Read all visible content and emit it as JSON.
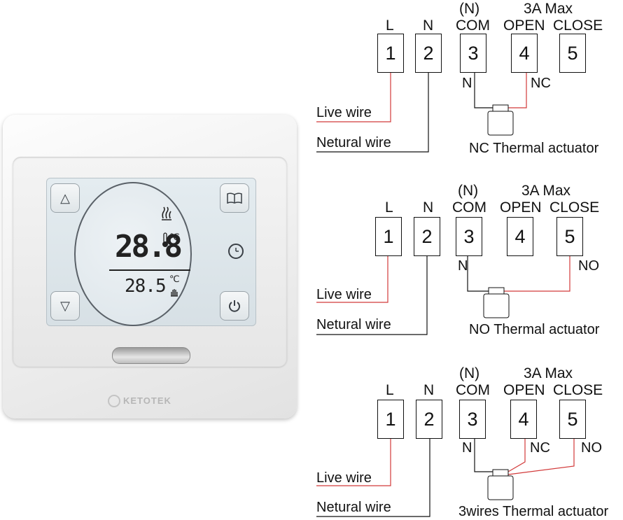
{
  "thermostat": {
    "brand": "KETOTEK",
    "display": {
      "current_temp": "28.8",
      "current_unit": "℃",
      "set_temp": "28.5",
      "set_unit": "℃"
    },
    "buttons": {
      "up": "△",
      "down": "▽",
      "menu": "📖",
      "clock": "◷",
      "power": "⏻"
    },
    "icons": [
      "heat-icon",
      "thermometer-icon",
      "hand-icon"
    ]
  },
  "diagrams": [
    {
      "header_top": [
        "(N)",
        "3A Max"
      ],
      "terminal_labels": [
        "L",
        "N",
        "COM",
        "OPEN",
        "CLOSE"
      ],
      "terminals": [
        "1",
        "2",
        "3",
        "4",
        "5"
      ],
      "wire_tags": [
        "N",
        "NC"
      ],
      "live_label": "Live wire",
      "neutral_label": "Netural wire",
      "actuator_label": "NC Thermal actuator"
    },
    {
      "header_top": [
        "(N)",
        "3A Max"
      ],
      "terminal_labels": [
        "L",
        "N",
        "COM",
        "OPEN",
        "CLOSE"
      ],
      "terminals": [
        "1",
        "2",
        "3",
        "4",
        "5"
      ],
      "wire_tags": [
        "N",
        "NO"
      ],
      "live_label": "Live wire",
      "neutral_label": "Netural wire",
      "actuator_label": "NO Thermal actuator"
    },
    {
      "header_top": [
        "(N)",
        "3A Max"
      ],
      "terminal_labels": [
        "L",
        "N",
        "COM",
        "OPEN",
        "CLOSE"
      ],
      "terminals": [
        "1",
        "2",
        "3",
        "4",
        "5"
      ],
      "wire_tags": [
        "N",
        "NC",
        "NO"
      ],
      "live_label": "Live wire",
      "neutral_label": "Netural wire",
      "actuator_label": "3wires Thermal actuator"
    }
  ],
  "colors": {
    "live": "#d23a3a",
    "neutral": "#111111"
  }
}
